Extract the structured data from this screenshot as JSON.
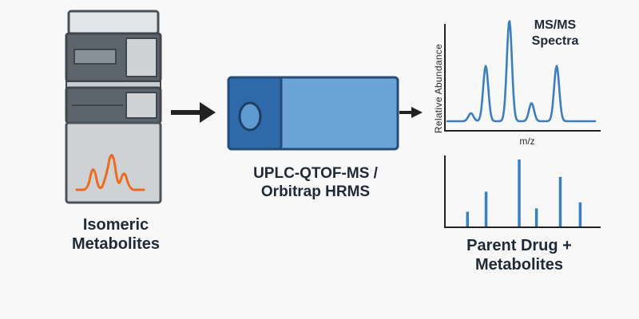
{
  "colors": {
    "background": "#f8f8f8",
    "hplc_dark": "#4a5259",
    "hplc_mid": "#6d757c",
    "hplc_light": "#d0d3d6",
    "hplc_window": "#8a9299",
    "trace_orange": "#ee6a1f",
    "ms_dark_blue": "#2e69a9",
    "ms_light_blue": "#6ba4d6",
    "spectrum_blue": "#3b7fc0",
    "arrow": "#222222"
  },
  "icons": {
    "hplc": "hplc-instrument-icon",
    "ms": "mass-spectrometer-icon",
    "arrow": "right-arrow-icon"
  },
  "labels": {
    "isomeric_line1": "Isomeric",
    "isomeric_line2": "Metabolites",
    "instrument_line1": "UPLC-QTOF-MS /",
    "instrument_line2": "Orbitrap HRMS",
    "spectra_line1": "MS/MS",
    "spectra_line2": "Spectra",
    "y_axis": "Relative Abundance",
    "x_axis": "m/z",
    "parent_line1": "Parent Drug +",
    "parent_line2": "Metabolites"
  },
  "ms_spectrum": {
    "description_type": "line",
    "peaks": [
      0.08,
      0.55,
      1.0,
      0.18,
      0.55
    ],
    "peak_positions": [
      0.16,
      0.26,
      0.42,
      0.57,
      0.74
    ]
  },
  "stick_spectrum": {
    "heights": [
      0.22,
      0.52,
      1.0,
      0.27,
      0.74,
      0.36
    ],
    "positions": [
      0.08,
      0.22,
      0.47,
      0.6,
      0.78,
      0.93
    ]
  }
}
